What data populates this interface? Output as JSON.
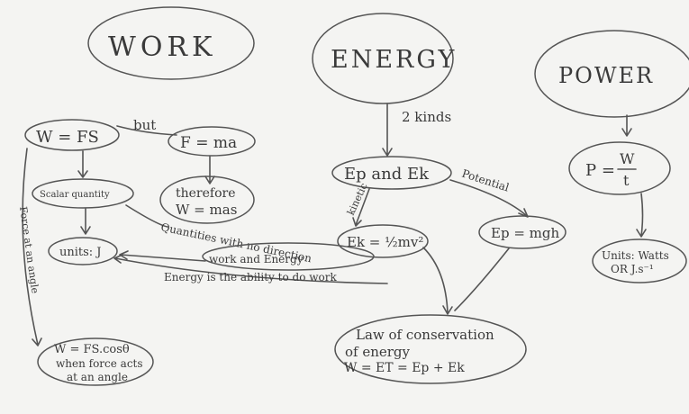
{
  "nodes": {
    "work": "WORK",
    "energy": "ENERGY",
    "power": "POWER",
    "w_fs": "W = FS",
    "f_ma": "F = ma",
    "scalar": "Scalar quantity",
    "therefore": "therefore",
    "w_mas": "W = mas",
    "units_j": "units: J",
    "ep_ek": "Ep and Ek",
    "ek": "Ek = ½mv²",
    "ep": "Ep = mgh",
    "law_1": "Law of conservation",
    "law_2": "of energy",
    "law_3": "W = ET = Ep + Ek",
    "p_eq_num": "W",
    "p_eq_lhs": "P =",
    "p_eq_den": "t",
    "units_watts_1": "Units: Watts",
    "units_watts_2": "OR J.s⁻¹",
    "w_fscos_1": "W = FS.cosθ",
    "w_fscos_2": "when force acts",
    "w_fscos_3": "at an angle"
  },
  "labels": {
    "but": "but",
    "two_kinds": "2 kinds",
    "kinetic": "kinetic",
    "potential": "Potential",
    "quantities_1": "Quantities with no direction",
    "quantities_2": "work and Energy",
    "energy_ability": "Energy is the ability to do work",
    "angle_side": "Force at an angle"
  }
}
